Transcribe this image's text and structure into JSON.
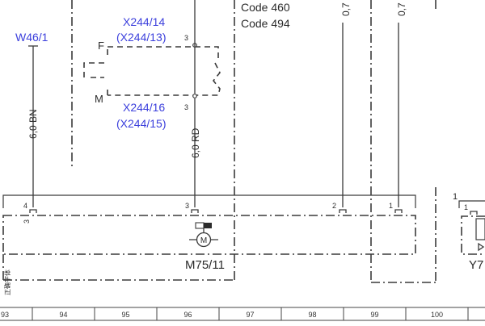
{
  "codes": {
    "code_a": "Code 460",
    "code_b": "Code 494"
  },
  "labels": {
    "ground_w46": "W46/1",
    "conn_top_a": "X244/14",
    "conn_top_b": "(X244/13)",
    "conn_bot_a": "X244/16",
    "conn_bot_b": "(X244/15)",
    "component": "M75/11",
    "component_right": "Y7",
    "terminal_f": "F",
    "terminal_m": "M",
    "wire_bn": "6,0 BN",
    "wire_rd": "6,0 RD",
    "wire_07_a": "0,7",
    "wire_07_b": "0,7",
    "motor_symbol": "M",
    "vertical_note": "正确字体"
  },
  "pins": {
    "p_top_a": "3",
    "p_top_b": "3",
    "p4": "4",
    "p3_inner": "3",
    "p3": "3",
    "p2": "2",
    "p1": "1",
    "p1_right": "1",
    "p1_right_inner": "1"
  },
  "ruler": [
    "93",
    "94",
    "95",
    "96",
    "97",
    "98",
    "99",
    "100"
  ]
}
